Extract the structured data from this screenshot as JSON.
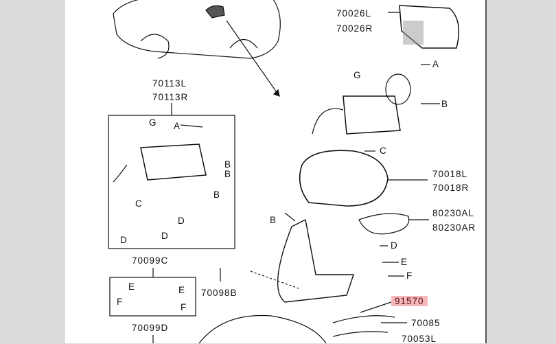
{
  "part_numbers": {
    "p70026L": "70026L",
    "p70026R": "70026R",
    "p70113L": "70113L",
    "p70113R": "70113R",
    "p70018L": "70018L",
    "p70018R": "70018R",
    "p80230AL": "80230AL",
    "p80230AR": "80230AR",
    "p70099C": "70099C",
    "p70099D": "70099D",
    "p70098B": "70098B",
    "p91570": "91570",
    "p70085": "70085",
    "p70053L": "70053L"
  },
  "callouts": {
    "A": "A",
    "B": "B",
    "C": "C",
    "D": "D",
    "E": "E",
    "F": "F",
    "G": "G"
  },
  "highlight_color": "#f4b8bc"
}
